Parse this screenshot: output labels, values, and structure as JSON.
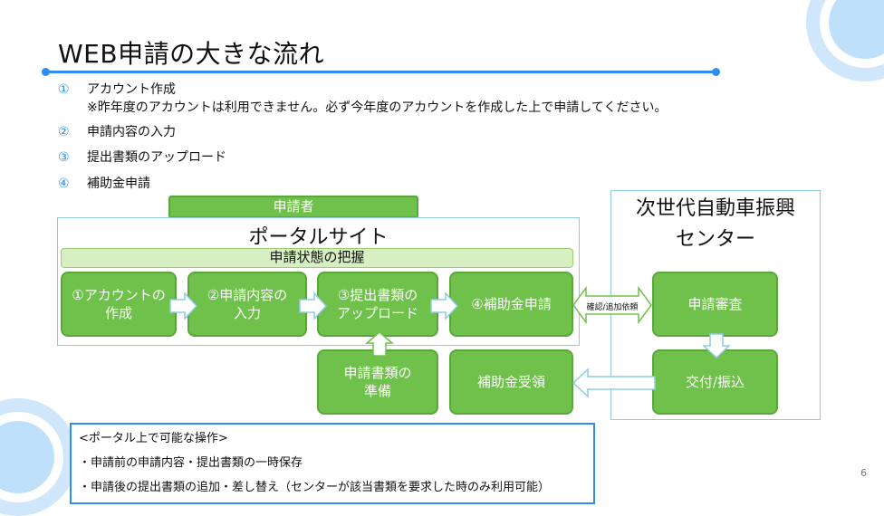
{
  "title": "WEB申請の大きな流れ",
  "steps": [
    {
      "num": "①",
      "label": "アカウント作成",
      "note": "※昨年度のアカウントは利用できません。必ず今年度のアカウントを作成した上で申請してください。"
    },
    {
      "num": "②",
      "label": "申請内容の入力"
    },
    {
      "num": "③",
      "label": "提出書類のアップロード"
    },
    {
      "num": "④",
      "label": "補助金申請"
    }
  ],
  "diagram": {
    "applicant_label": "申請者",
    "portal_title": "ポータルサイト",
    "status_bar": "申請状態の把握",
    "boxes": {
      "account_line1": "①アカウントの",
      "account_line2": "作成",
      "input_line1": "②申請内容の",
      "input_line2": "入力",
      "upload_line1": "③提出書類の",
      "upload_line2": "アップロード",
      "apply": "④補助金申請",
      "prep_line1": "申請書類の",
      "prep_line2": "準備",
      "receipt": "補助金受領"
    },
    "center_title_line1": "次世代自動車振興",
    "center_title_line2": "センター",
    "review": "申請審査",
    "grant": "交付/振込",
    "exchange_label": "確認/追加依頼"
  },
  "notes": {
    "heading": "<ポータル上で可能な操作>",
    "items": [
      "・申請前の申請内容・提出書類の一時保存",
      "・申請後の提出書類の追加・差し替え（センターが該当書類を要求した時のみ利用可能）"
    ]
  },
  "page_number": "6",
  "colors": {
    "accent": "#2f8cf0",
    "box_green": "#70c04c",
    "panel_border": "#8ecbe6",
    "status_bar": "#d7efc2"
  }
}
